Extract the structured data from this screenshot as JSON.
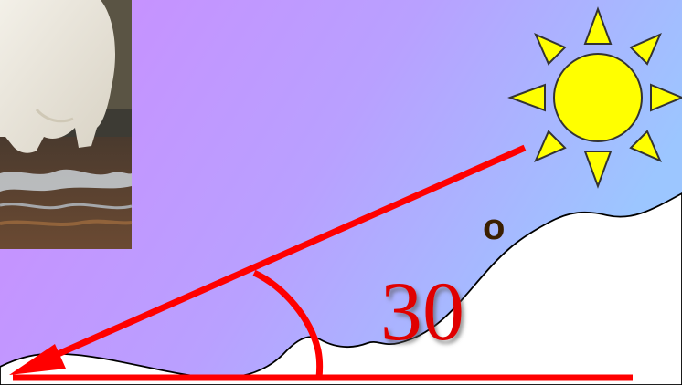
{
  "scene": {
    "angle_value": "30",
    "degree_symbol": "o",
    "icons": {
      "sun": "sun-icon",
      "photo": "polar-bear-photo",
      "arrow": "sun-ray-arrow"
    },
    "colors": {
      "sky_left": "#c98fff",
      "sky_right": "#9cc2ff",
      "ray": "#ff0000",
      "sun_fill": "#ffff00",
      "sun_stroke": "#333333",
      "snow": "#ffffff",
      "angle_text": "#e00000",
      "degree_text": "#3a1e00"
    }
  }
}
